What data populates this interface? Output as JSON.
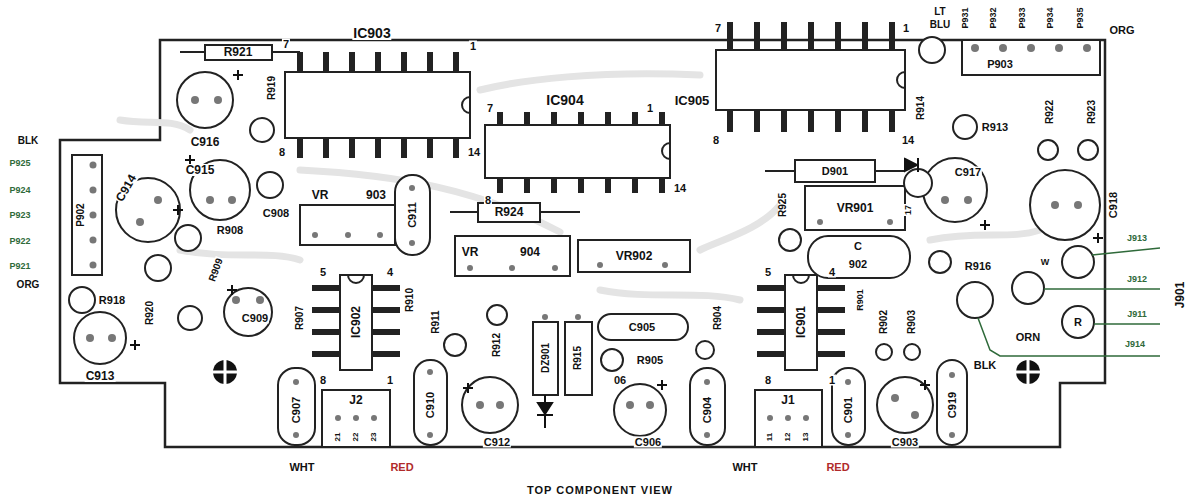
{
  "diagram": {
    "caption": "TOP COMPONENT VIEW",
    "labels": [
      "R921",
      "IC903",
      "7",
      "1",
      "8",
      "14",
      "R919",
      "C916",
      "7",
      "IC904",
      "1",
      "IC905",
      "8",
      "14",
      "7",
      "1",
      "8",
      "14",
      "LT",
      "BLU",
      "P931",
      "P932",
      "P933",
      "P934",
      "P935",
      "P903",
      "ORG",
      "R914",
      "R913",
      "R922",
      "R923",
      "D901",
      "C917",
      "17",
      "R925",
      "VR901",
      "C",
      "902",
      "C918",
      "W",
      "R916",
      "J913",
      "J912",
      "J911",
      "J914",
      "J901",
      "BLK",
      "ORN",
      "R",
      "BLK",
      "P925",
      "P924",
      "P923",
      "P922",
      "P921",
      "ORG",
      "P902",
      "C915",
      "C914",
      "C908",
      "VR",
      "903",
      "C911",
      "R924",
      "VR",
      "904",
      "VR902",
      "R908",
      "R909",
      "C909",
      "R918",
      "R920",
      "C913",
      "5",
      "4",
      "8",
      "1",
      "IC902",
      "R907",
      "R910",
      "R911",
      "C907",
      "J2",
      "21",
      "22",
      "23",
      "WHT",
      "RED",
      "C910",
      "R912",
      "DZ901",
      "R915",
      "C905",
      "R905",
      "06",
      "C912",
      "C906",
      "R904",
      "5",
      "4",
      "8",
      "1",
      "IC901",
      "R901",
      "R902",
      "R903",
      "C904",
      "J1",
      "11",
      "12",
      "13",
      "WHT",
      "RED",
      "C901",
      "C903",
      "C919"
    ]
  }
}
